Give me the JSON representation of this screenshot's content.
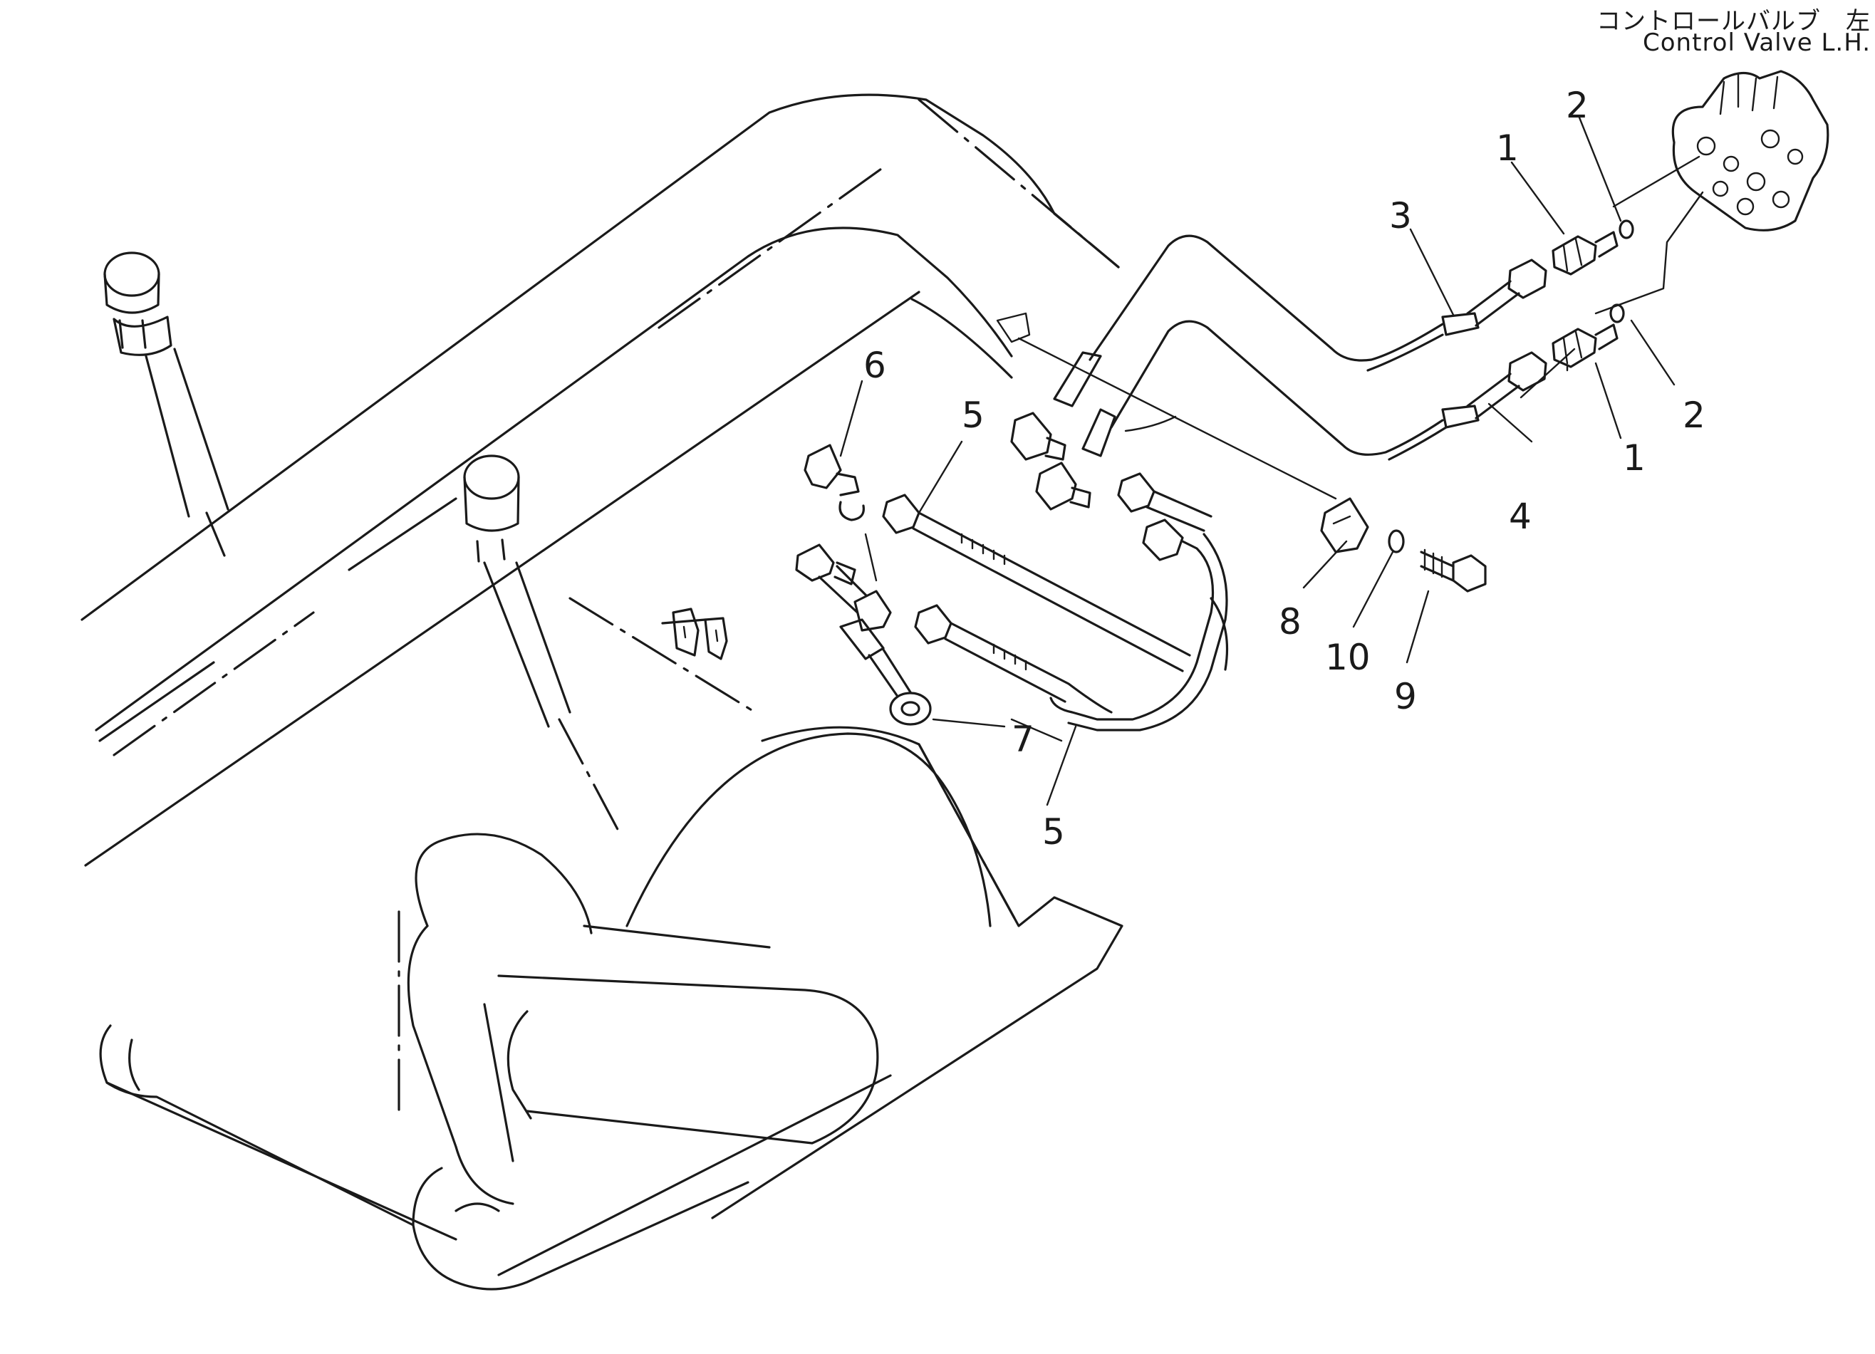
{
  "header": {
    "title_ja": "コントロールバルブ　左",
    "title_en": "Control Valve  L.H."
  },
  "callouts": {
    "c1a": "1",
    "c1b": "1",
    "c2a": "2",
    "c2b": "2",
    "c3": "3",
    "c4": "4",
    "c5a": "5",
    "c5b": "5",
    "c6": "6",
    "c7": "7",
    "c8": "8",
    "c9": "9",
    "c10": "10"
  },
  "icons": {
    "control_valve": "control-valve-icon",
    "adapter": "adapter-fitting-icon",
    "o_ring": "o-ring-icon",
    "hose": "hydraulic-hose-icon",
    "elbow": "elbow-fitting-icon",
    "clamp": "clamp-bracket-icon",
    "bolt": "bolt-icon",
    "washer": "washer-icon",
    "cylinder": "hydraulic-cylinder-icon"
  }
}
